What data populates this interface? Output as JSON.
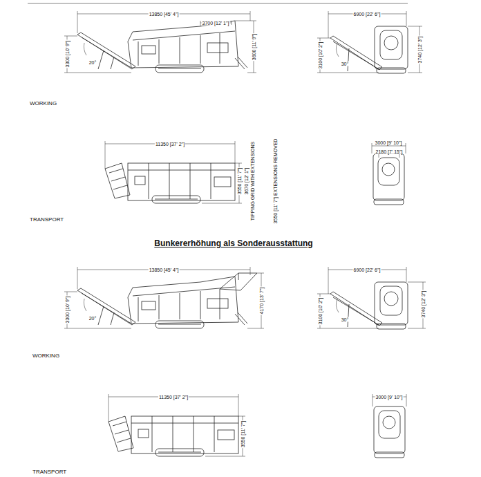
{
  "diagram": {
    "title": "Bunkererhöhung als Sonderausstattung",
    "labels": [
      "13850 [45' 4\"]",
      "3700 [12' 1\"]",
      "3300 [10' 9\"]",
      "20°",
      "3600 [11' 9\"]",
      "6900 [22' 6\"]",
      "3100 [10' 2\"]",
      "30°",
      "3740 [12' 3\"]",
      "WORKING",
      "11350 [37' 2\"]",
      "3550 [11' 7\"]",
      "3670 [12' 1\"]",
      "TIPPING GRID WITH EXTENSIONS",
      "3550 [11' 7\"] EXTENSIONS REMOVED",
      "3000 [9' 10\"]",
      "2180 [7' 15\"]",
      "TRANSPORT",
      "13850 [45' 4\"]",
      "3300 [10' 9\"]",
      "20°",
      "4170 [13' 7\"]",
      "6900 [22' 6\"]",
      "3100 [10' 2\"]",
      "30°",
      "3740 [12' 3\"]",
      "WORKING",
      "11350 [37' 2\"]",
      "3550 [11' 7\"]",
      "3000 [9' 10\"]",
      "TRANSPORT"
    ]
  }
}
